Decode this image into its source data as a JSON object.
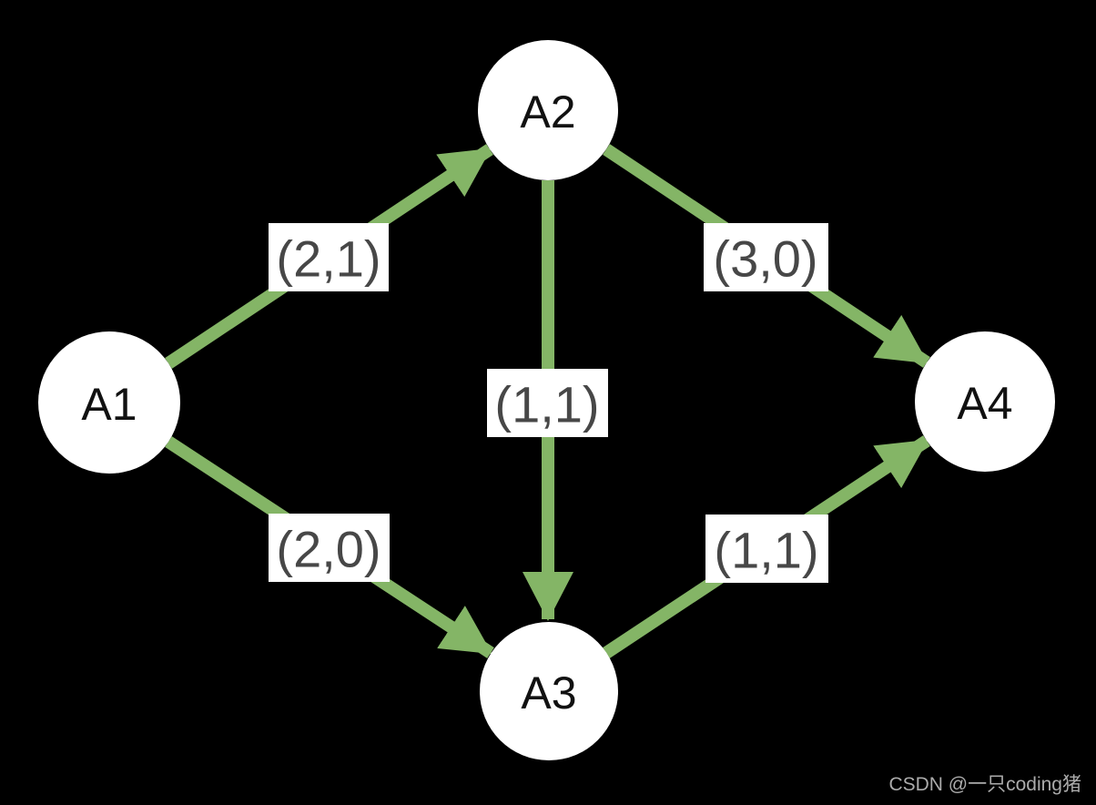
{
  "diagram": {
    "type": "directed-graph",
    "colors": {
      "background": "#000000",
      "edge": "#84b566",
      "node_fill": "#ffffff",
      "node_text": "#111111",
      "edge_label_bg": "#ffffff",
      "edge_label_text": "#474747"
    },
    "nodes": [
      {
        "id": "A1",
        "label": "A1"
      },
      {
        "id": "A2",
        "label": "A2"
      },
      {
        "id": "A3",
        "label": "A3"
      },
      {
        "id": "A4",
        "label": "A4"
      }
    ],
    "edges": [
      {
        "from": "A1",
        "to": "A2",
        "label": "(2,1)"
      },
      {
        "from": "A1",
        "to": "A3",
        "label": "(2,0)"
      },
      {
        "from": "A2",
        "to": "A3",
        "label": "(1,1)"
      },
      {
        "from": "A2",
        "to": "A4",
        "label": "(3,0)"
      },
      {
        "from": "A3",
        "to": "A4",
        "label": "(1,1)"
      }
    ]
  },
  "watermark": {
    "text": "CSDN @一只coding猪",
    "color": "#ababab"
  }
}
